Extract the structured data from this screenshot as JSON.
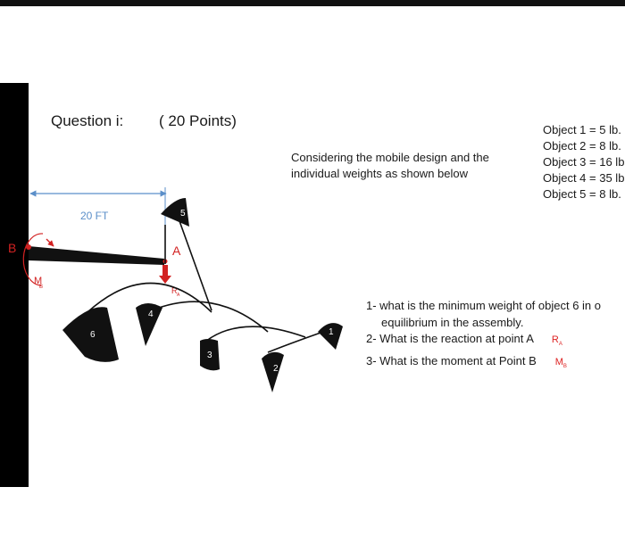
{
  "header": {
    "question_title": "Question i:",
    "points": "( 20 Points)"
  },
  "description": {
    "line1": "Considering the mobile design and the",
    "line2": "individual weights as shown below"
  },
  "objects": [
    "Object 1 = 5 lb.",
    "Object 2 = 8 lb.",
    "Object 3 = 16 lb",
    "Object 4 = 35 lb",
    "Object 5 = 8 lb."
  ],
  "questions": {
    "q1_line1": "1- what is the minimum weight of object 6  in o",
    "q1_line2": "equilibrium  in the assembly.",
    "q2": "2-  What is the reaction at point A",
    "q3": "3-  What is the moment at Point B",
    "q2_symbol": "R",
    "q2_symbol_sub": "A",
    "q3_symbol": "M",
    "q3_symbol_sub": "B"
  },
  "diagram": {
    "dimension_label": "20 FT",
    "point_b": "B",
    "point_a": "A",
    "moment_label": "M",
    "moment_sub": "B",
    "reaction_label": "R",
    "reaction_sub": "A",
    "object_labels": [
      "1",
      "2",
      "3",
      "4",
      "5",
      "6"
    ]
  },
  "colors": {
    "dimension_line": "#5b8fc9",
    "annotation_red": "#d22222",
    "shape_fill": "#111111"
  }
}
